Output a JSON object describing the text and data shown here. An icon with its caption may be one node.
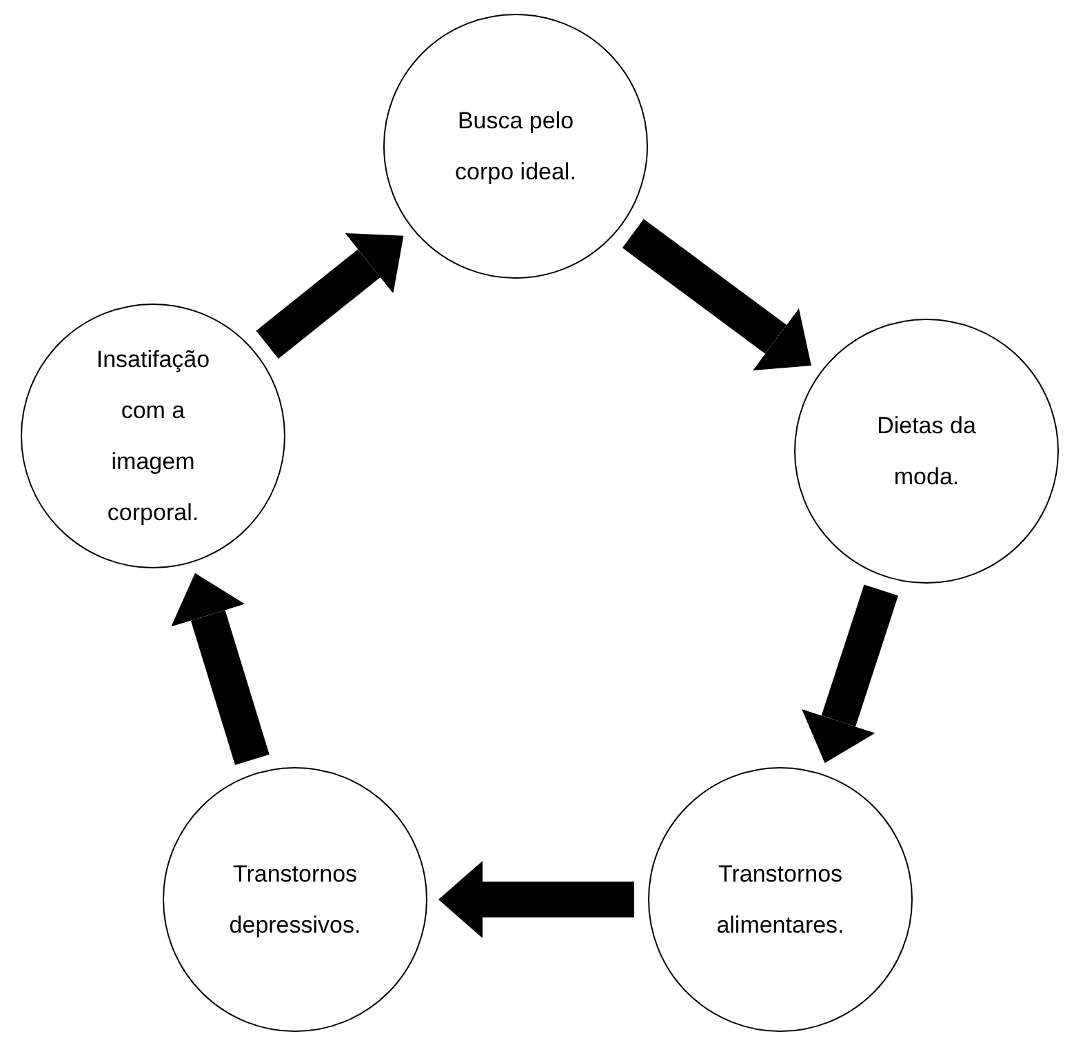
{
  "diagram": {
    "nodes": [
      {
        "text": [
          "Busca pelo corpo ideal."
        ]
      },
      {
        "text": [
          "Dietas da moda."
        ]
      },
      {
        "text": [
          "Transtornos alimentares."
        ]
      },
      {
        "text": [
          "Transtornos depressivos."
        ]
      },
      {
        "text": [
          "Insatifação com a imagem corporal."
        ]
      }
    ],
    "edges": [
      {
        "from": 4,
        "to": 0,
        "arrow": "to"
      },
      {
        "from": 0,
        "to": 1,
        "arrow": "to"
      },
      {
        "from": 1,
        "to": 2,
        "arrow": "to"
      },
      {
        "from": 2,
        "to": 3,
        "arrow": "to"
      },
      {
        "from": 3,
        "to": 4,
        "arrow": "to"
      }
    ]
  }
}
